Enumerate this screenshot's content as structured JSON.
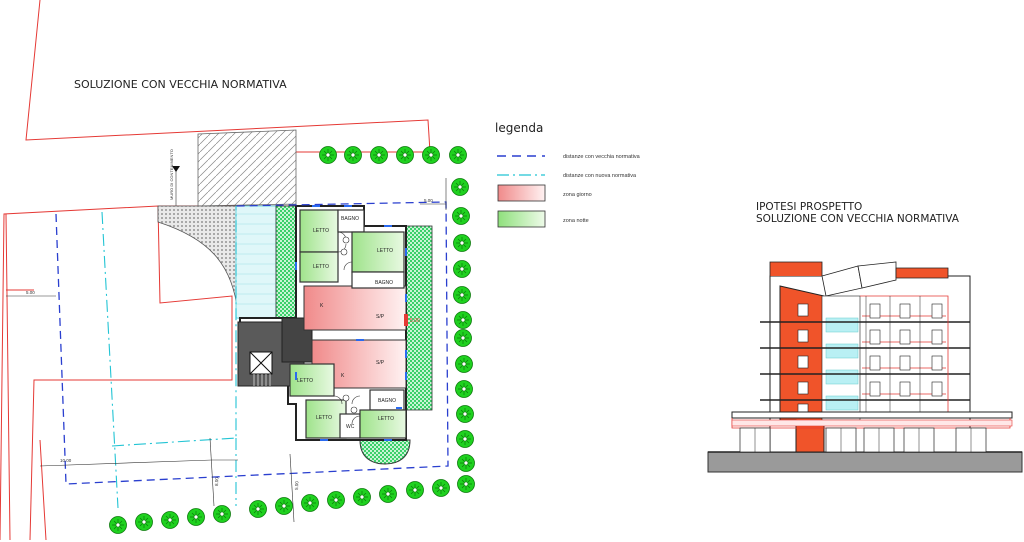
{
  "plan": {
    "title": "SOLUZIONE CON VECCHIA NORMATIVA",
    "rooms": {
      "bagno_top": "BAGNO",
      "letto_1": "LETTO",
      "letto_2": "LETTO",
      "letto_3": "LETTO",
      "bagno_mid": "BAGNO",
      "k_top": "K",
      "sp_top": "S/P",
      "k_bottom": "K",
      "sp_bottom": "S/P",
      "letto_4": "LETTO",
      "letto_5": "LETTO",
      "wc": "WC",
      "bagno_bottom": "BAGNO",
      "letto_6": "LETTO"
    },
    "dims": {
      "d_top": "5.00",
      "d_left": "5.00",
      "d_bottom_left": "10.00",
      "d_bottom_mid": "8.00",
      "d_bottom_right": "5.00",
      "d_right_mark": "5.00"
    },
    "vertical_note": "MURO DI CONTENIMENTO"
  },
  "legend": {
    "title": "legenda",
    "items": [
      {
        "label": "distanze con vecchia normativa",
        "color": "#2a3fcf"
      },
      {
        "label": "distanze con nuova normativa",
        "color": "#22c4d4"
      },
      {
        "label": "zona giorno",
        "color": "#f08a8a"
      },
      {
        "label": "zona notte",
        "color": "#8fe07c"
      }
    ]
  },
  "elevation": {
    "title_line1": "IPOTESI PROSPETTO",
    "title_line2": "SOLUZIONE CON VECCHIA NORMATIVA"
  },
  "colors": {
    "property_line": "#e53935",
    "old_rule": "#2a3fcf",
    "new_rule": "#22c4d4",
    "tree_green": "#1fd11f",
    "brick_orange": "#f0542a"
  }
}
